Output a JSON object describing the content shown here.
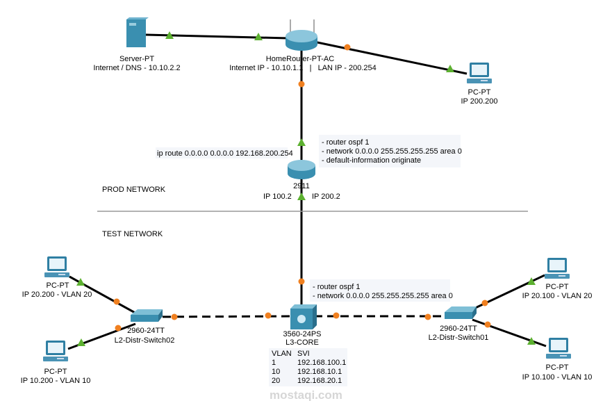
{
  "colors": {
    "link_up": "#5cb030",
    "link_port": "#f08020",
    "device": "#3a8fb0",
    "background": "#ffffff"
  },
  "devices": {
    "server": {
      "icon": "server-icon",
      "model": "Server-PT",
      "label": "Internet / DNS - 10.10.2.2"
    },
    "home_router": {
      "icon": "wireless-router-icon",
      "model": "HomeRouter-PT-AC",
      "label": "Internet IP - 10.10.1.1   |   LAN IP - 200.254"
    },
    "pc_prod": {
      "icon": "pc-icon",
      "model": "PC-PT",
      "label": "IP 200.200"
    },
    "router_2911": {
      "icon": "router-icon",
      "model": "2911",
      "left_ip": "IP 100.2",
      "right_ip": "IP 200.2",
      "route": "ip route 0.0.0.0 0.0.0.0 192.168.200.254"
    },
    "l3_core": {
      "icon": "multilayer-switch-icon",
      "model": "3560-24PS",
      "label": "L3-CORE"
    },
    "switch02": {
      "icon": "switch-icon",
      "model": "2960-24TT",
      "label": "L2-Distr-Switch02"
    },
    "switch01": {
      "icon": "switch-icon",
      "model": "2960-24TT",
      "label": "L2-Distr-Switch01"
    },
    "pc_l_top": {
      "icon": "pc-icon",
      "model": "PC-PT",
      "label": "IP 20.200 - VLAN 20"
    },
    "pc_l_bot": {
      "icon": "pc-icon",
      "model": "PC-PT",
      "label": "IP 10.200 - VLAN 10"
    },
    "pc_r_top": {
      "icon": "pc-icon",
      "model": "PC-PT",
      "label": "IP 20.100 - VLAN 20"
    },
    "pc_r_bot": {
      "icon": "pc-icon",
      "model": "PC-PT",
      "label": "IP 10.100 - VLAN 10"
    }
  },
  "notes": {
    "router_ospf": [
      "- router ospf 1",
      "- network 0.0.0.0 255.255.255.255 area 0",
      "- default-information originate"
    ],
    "core_ospf": [
      "- router ospf 1",
      "- network 0.0.0.0 255.255.255.255 area 0"
    ]
  },
  "zones": {
    "prod": "PROD NETWORK",
    "test": "TEST NETWORK"
  },
  "vlan_table": {
    "headers": [
      "VLAN",
      "SVI"
    ],
    "rows": [
      [
        "1",
        "192.168.100.1"
      ],
      [
        "10",
        "192.168.10.1"
      ],
      [
        "20",
        "192.168.20.1"
      ]
    ]
  },
  "watermark": "mostaqi.com"
}
